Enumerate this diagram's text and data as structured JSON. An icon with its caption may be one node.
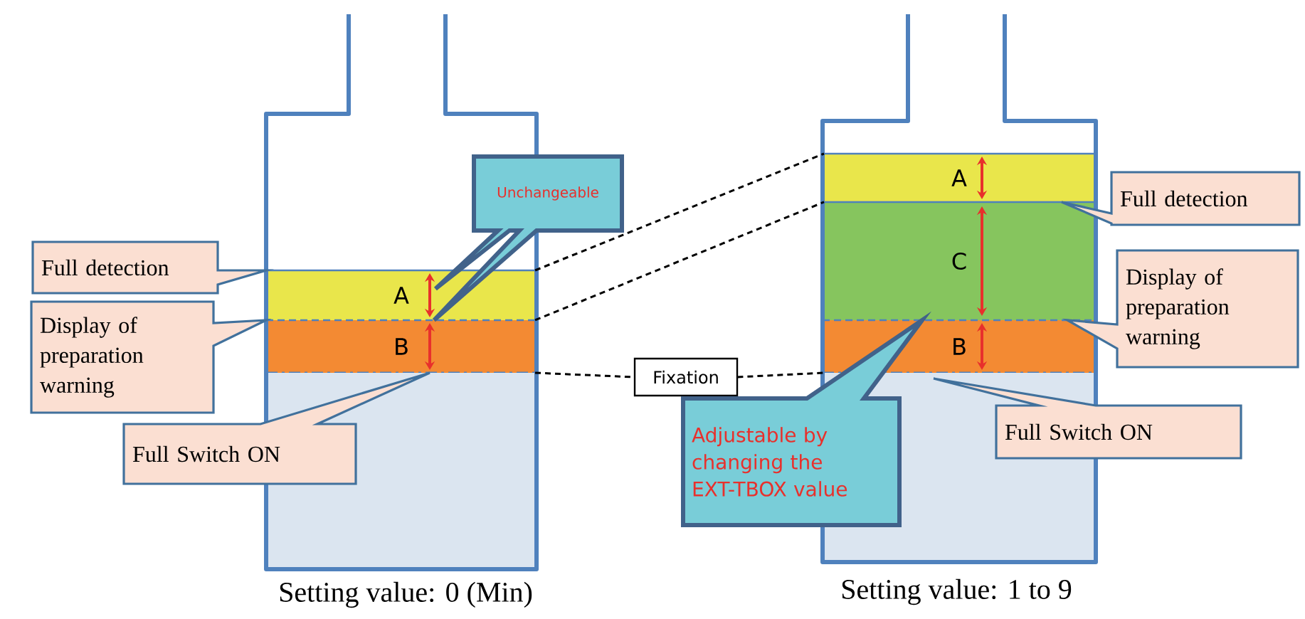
{
  "diagram": {
    "nodes": [
      {
        "text": [
          "Full detection"
        ]
      },
      {
        "text": [
          "Display of preparation warning"
        ]
      },
      {
        "text": [
          "Full Switch ON"
        ]
      },
      {
        "text": [
          "A"
        ]
      },
      {
        "text": [
          "B"
        ]
      },
      {
        "text": [
          "Unchangeable"
        ]
      },
      {
        "text": [
          "Fixation"
        ]
      },
      {
        "text": [
          "Adjustable by changing the EXT-TBOX value"
        ]
      },
      {
        "text": [
          "A"
        ]
      },
      {
        "text": [
          "C"
        ]
      },
      {
        "text": [
          "B"
        ]
      },
      {
        "text": [
          "Full detection"
        ]
      },
      {
        "text": [
          "Display of preparation warning"
        ]
      },
      {
        "text": [
          "Full Switch ON"
        ]
      }
    ],
    "edges": [
      {
        "from": 3,
        "to": 8,
        "arrow": "none",
        "style": "dashed",
        "color": "#000000"
      },
      {
        "from": 3,
        "to": 8,
        "arrow": "none",
        "style": "dashed",
        "color": "#000000"
      },
      {
        "from": 4,
        "to": 6,
        "arrow": "none",
        "style": "dashed",
        "color": "#000000"
      },
      {
        "from": 6,
        "to": 10,
        "arrow": "none",
        "style": "dashed",
        "color": "#000000"
      }
    ],
    "labels": [
      "Setting value: 0 (Min)",
      "Setting value: 1 to 9"
    ]
  }
}
